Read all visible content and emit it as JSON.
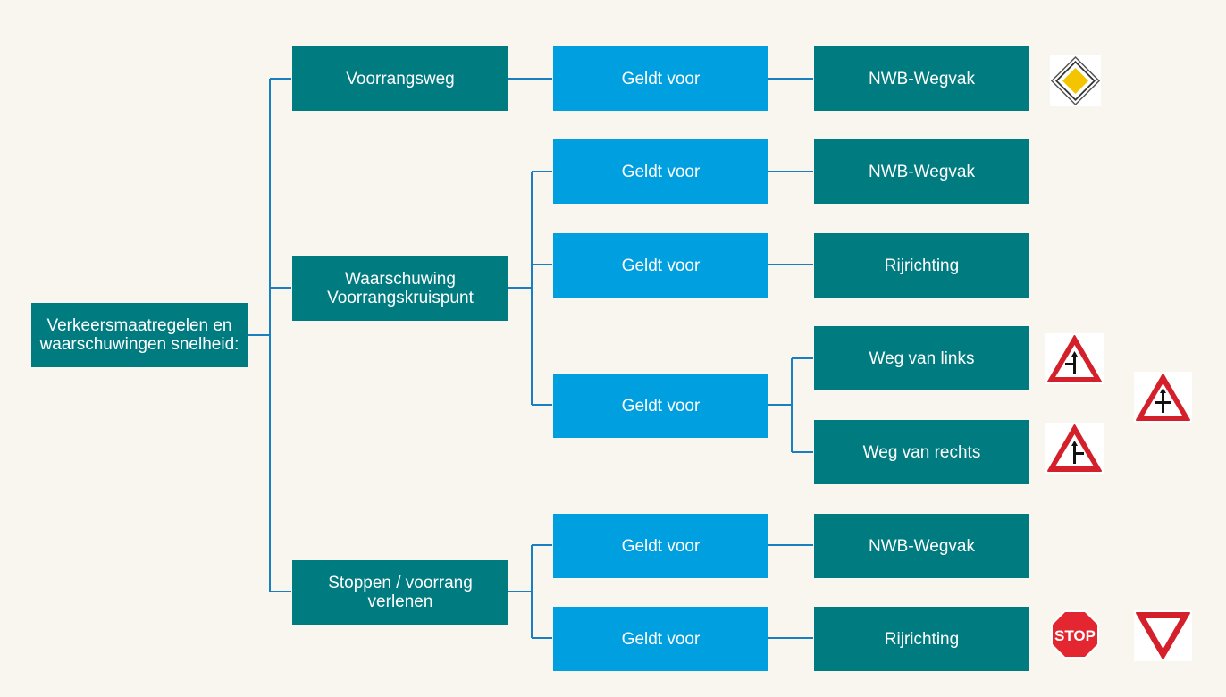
{
  "root": {
    "label": "Verkeersmaatregelen en\nwaarschuwingen snelheid:"
  },
  "level1": [
    {
      "label": "Voorrangsweg"
    },
    {
      "label": "Waarschuwing\nVoorrangskruispunt"
    },
    {
      "label": "Stoppen / voorrang\nverlenen"
    }
  ],
  "geldt": [
    {
      "label": "Geldt voor"
    },
    {
      "label": "Geldt voor"
    },
    {
      "label": "Geldt voor"
    },
    {
      "label": "Geldt voor"
    },
    {
      "label": "Geldt voor"
    },
    {
      "label": "Geldt voor"
    }
  ],
  "targets": [
    {
      "label": "NWB-Wegvak"
    },
    {
      "label": "NWB-Wegvak"
    },
    {
      "label": "Rijrichting"
    },
    {
      "label": "Weg van links"
    },
    {
      "label": "Weg van rechts"
    },
    {
      "label": "NWB-Wegvak"
    },
    {
      "label": "Rijrichting"
    }
  ],
  "signs": {
    "priority_road": "priority-road-sign-icon",
    "crossroad_left": "crossroad-left-warning-sign-icon",
    "crossroad_right": "crossroad-right-warning-sign-icon",
    "crossroad_priority": "crossroad-priority-warning-sign-icon",
    "stop": {
      "icon": "stop-sign-icon",
      "text": "STOP"
    },
    "yield": "yield-sign-icon"
  },
  "colors": {
    "teal": "#007b80",
    "blue": "#009fe0",
    "line": "#1a7fc0",
    "background": "#f9f6ef",
    "sign_red": "#d4202a"
  }
}
